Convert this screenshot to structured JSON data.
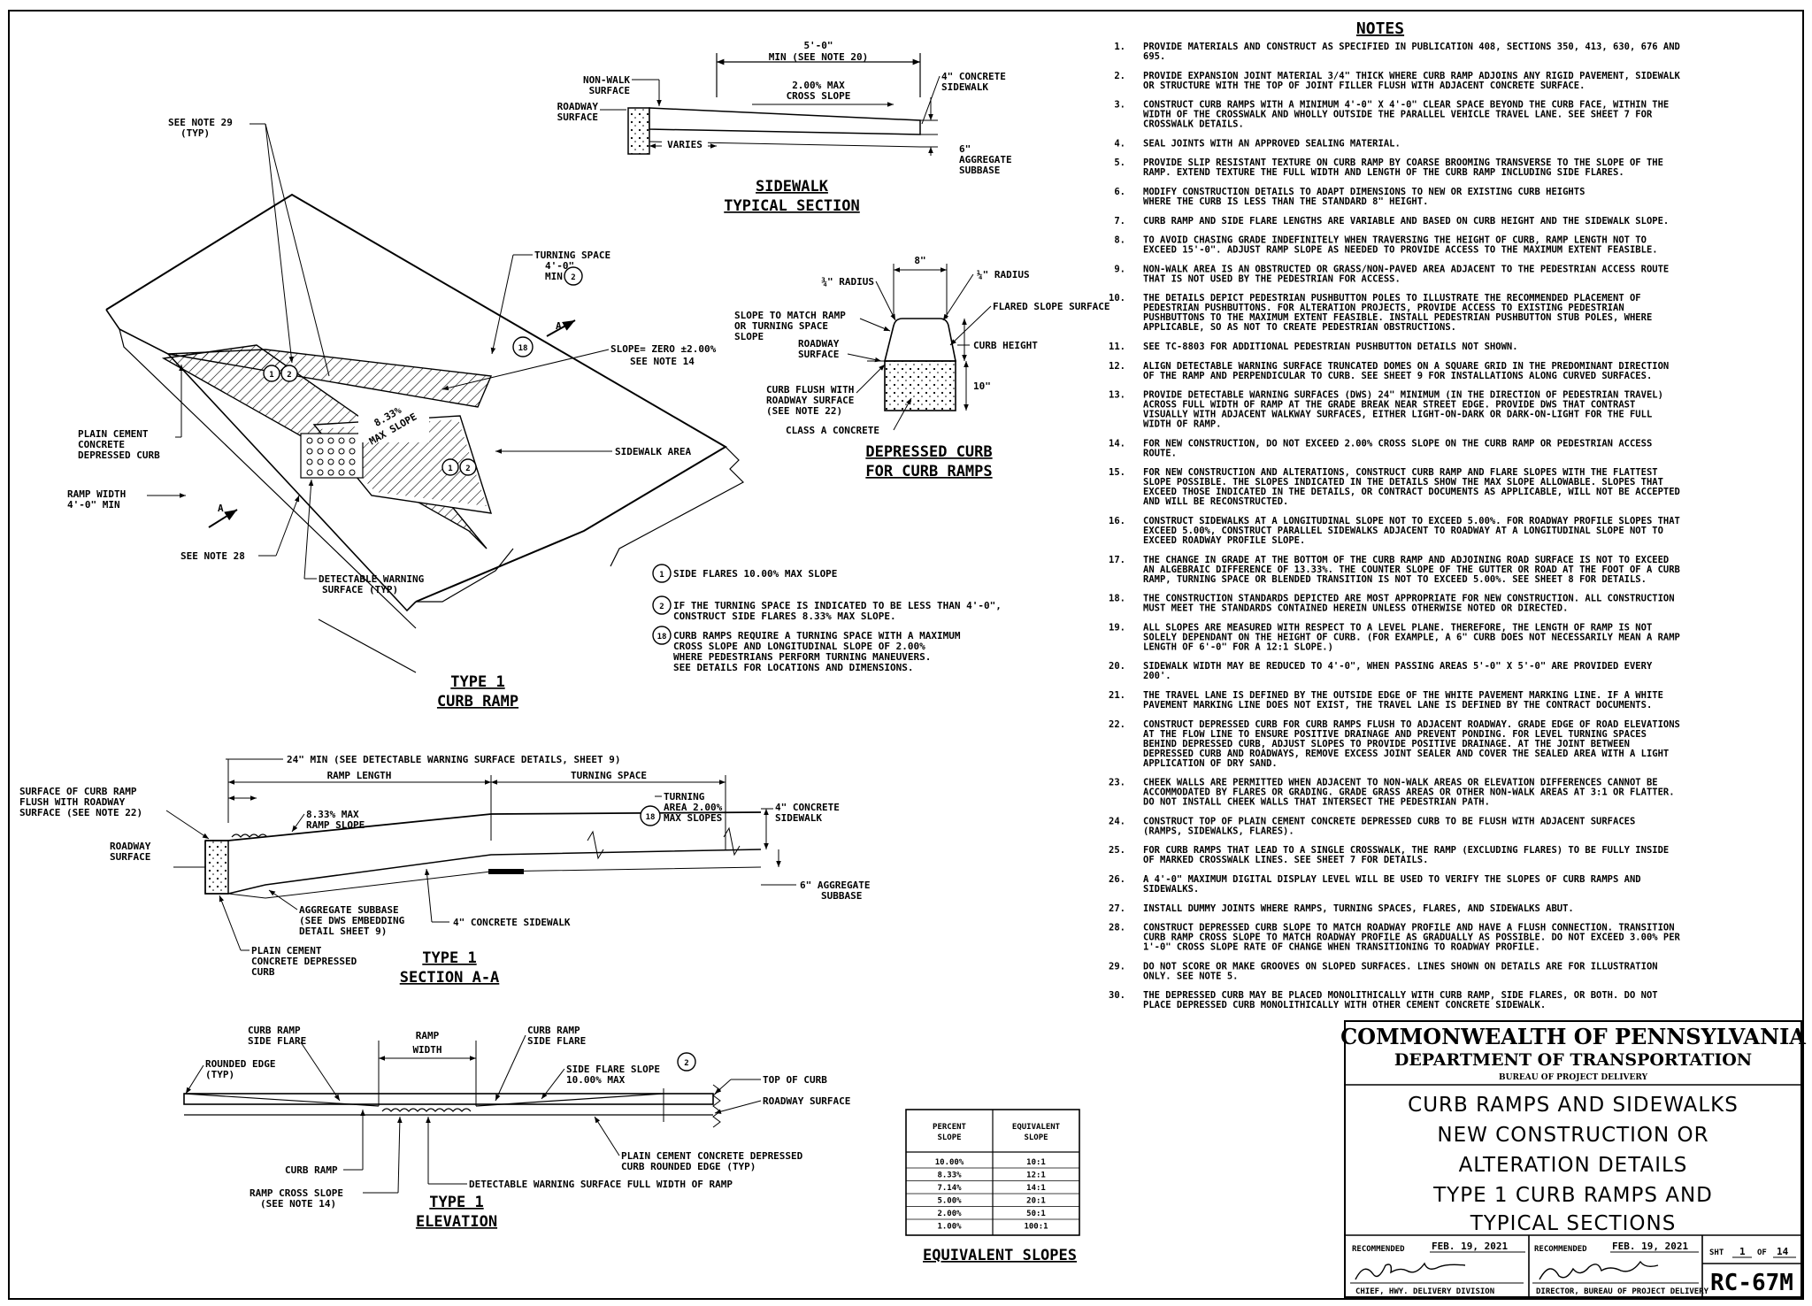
{
  "sidewalk_section": {
    "title_line1": "SIDEWALK",
    "title_line2": "TYPICAL SECTION",
    "dim_width": "5'-0\"",
    "dim_width_note": "MIN (SEE NOTE 20)",
    "non_walk": [
      "NON-WALK",
      "SURFACE"
    ],
    "roadway": [
      "ROADWAY",
      "SURFACE"
    ],
    "cross_slope": [
      "2.00% MAX",
      "CROSS SLOPE"
    ],
    "concrete": [
      "4\" CONCRETE",
      "SIDEWALK"
    ],
    "varies": "VARIES",
    "subbase": [
      "6\"",
      "AGGREGATE",
      "SUBBASE"
    ]
  },
  "depressed_curb": {
    "title_line1": "DEPRESSED CURB",
    "title_line2": "FOR CURB RAMPS",
    "dim_8": "8\"",
    "radius_34": "¾\" RADIUS",
    "radius_14": "¼\" RADIUS",
    "flared": "FLARED SLOPE SURFACE",
    "slope_match": [
      "SLOPE TO MATCH RAMP",
      "OR TURNING SPACE",
      "SLOPE"
    ],
    "roadway": [
      "ROADWAY",
      "SURFACE"
    ],
    "curb_height": "CURB HEIGHT",
    "curb_flush": [
      "CURB FLUSH WITH",
      "ROADWAY SURFACE",
      "(SEE NOTE 22)"
    ],
    "dim_10": "10\"",
    "class_a": "CLASS A CONCRETE"
  },
  "ramp_iso": {
    "title_line1": "TYPE 1",
    "title_line2": "CURB RAMP",
    "see_note_29": [
      "SEE NOTE 29",
      "(TYP)"
    ],
    "turning_space": [
      "TURNING SPACE",
      "4'-0\"",
      "MIN"
    ],
    "slope_zero": "SLOPE= ZERO ±2.00%",
    "see_note_14": "SEE NOTE 14",
    "max_slope": [
      "8.33%",
      "MAX SLOPE"
    ],
    "plain_cement": [
      "PLAIN CEMENT",
      "CONCRETE",
      "DEPRESSED CURB"
    ],
    "sidewalk_area": "SIDEWALK AREA",
    "ramp_width": [
      "RAMP WIDTH",
      "4'-0\" MIN"
    ],
    "see_note_28": "SEE NOTE 28",
    "dws": [
      "DETECTABLE WARNING",
      "SURFACE (TYP)"
    ],
    "section_mark": "A",
    "bubble_1": "1",
    "bubble_2": "2",
    "bubble_18": "18"
  },
  "legend": [
    {
      "num": "1",
      "lines": [
        "SIDE FLARES 10.00% MAX SLOPE"
      ]
    },
    {
      "num": "2",
      "lines": [
        "IF THE TURNING SPACE IS INDICATED TO BE LESS THAN 4'-0\",",
        "CONSTRUCT SIDE FLARES 8.33% MAX SLOPE."
      ]
    },
    {
      "num": "18",
      "lines": [
        "CURB RAMPS REQUIRE A TURNING SPACE WITH A MAXIMUM",
        "CROSS SLOPE AND LONGITUDINAL SLOPE OF 2.00%",
        "WHERE PEDESTRIANS PERFORM TURNING MANEUVERS.",
        "SEE DETAILS FOR LOCATIONS AND DIMENSIONS."
      ]
    }
  ],
  "section_aa": {
    "title_line1": "TYPE 1",
    "title_line2": "SECTION A-A",
    "dws_min": "24\" MIN (SEE DETECTABLE WARNING SURFACE DETAILS, SHEET 9)",
    "ramp_length": "RAMP LENGTH",
    "turning_space": "TURNING SPACE",
    "surface_flush": [
      "SURFACE OF CURB RAMP",
      "FLUSH WITH ROADWAY",
      "SURFACE (SEE NOTE 22)"
    ],
    "max_ramp": [
      "8.33% MAX",
      "RAMP SLOPE"
    ],
    "turning_area": [
      "TURNING",
      "AREA 2.00%",
      "MAX SLOPES"
    ],
    "concrete": [
      "4\" CONCRETE",
      "SIDEWALK"
    ],
    "roadway": [
      "ROADWAY",
      "SURFACE"
    ],
    "agg_subbase": [
      "AGGREGATE SUBBASE",
      "(SEE DWS EMBEDDING",
      "DETAIL SHEET 9)"
    ],
    "concrete_sidewalk": "4\" CONCRETE SIDEWALK",
    "agg6": [
      "6\" AGGREGATE",
      "SUBBASE"
    ],
    "plain": [
      "PLAIN CEMENT",
      "CONCRETE DEPRESSED",
      "CURB"
    ]
  },
  "elevation": {
    "title_line1": "TYPE 1",
    "title_line2": "ELEVATION",
    "curb_ramp_side_flare_l": [
      "CURB RAMP",
      "SIDE FLARE"
    ],
    "ramp_width": [
      "RAMP",
      "WIDTH"
    ],
    "curb_ramp_side_flare_r": [
      "CURB RAMP",
      "SIDE FLARE"
    ],
    "rounded_edge": [
      "ROUNDED EDGE",
      "(TYP)"
    ],
    "side_flare_slope": [
      "SIDE FLARE SLOPE",
      "10.00% MAX"
    ],
    "top_of_curb": "TOP OF CURB",
    "roadway_surface": "ROADWAY SURFACE",
    "plain_cement": [
      "PLAIN CEMENT CONCRETE DEPRESSED",
      "CURB ROUNDED EDGE (TYP)"
    ],
    "curb_ramp": "CURB RAMP",
    "dws_full": "DETECTABLE WARNING SURFACE FULL WIDTH OF RAMP",
    "ramp_cross": [
      "RAMP CROSS SLOPE",
      "(SEE NOTE 14)"
    ]
  },
  "equivalent_slopes": {
    "title": "EQUIVALENT SLOPES",
    "headers": [
      [
        "PERCENT",
        "SLOPE"
      ],
      [
        "EQUIVALENT",
        "SLOPE"
      ]
    ],
    "rows": [
      [
        "10.00%",
        "10:1"
      ],
      [
        "8.33%",
        "12:1"
      ],
      [
        "7.14%",
        "14:1"
      ],
      [
        "5.00%",
        "20:1"
      ],
      [
        "2.00%",
        "50:1"
      ],
      [
        "1.00%",
        "100:1"
      ]
    ]
  },
  "notes": {
    "title": "NOTES",
    "items": [
      {
        "num": "1.",
        "lines": [
          "PROVIDE MATERIALS AND CONSTRUCT AS SPECIFIED IN PUBLICATION 408, SECTIONS 350, 413, 630, 676 AND",
          "695."
        ]
      },
      {
        "num": "2.",
        "lines": [
          "PROVIDE EXPANSION JOINT MATERIAL 3/4\" THICK WHERE CURB RAMP ADJOINS ANY RIGID PAVEMENT, SIDEWALK",
          "OR STRUCTURE WITH THE TOP OF JOINT FILLER FLUSH WITH ADJACENT CONCRETE SURFACE."
        ]
      },
      {
        "num": "3.",
        "lines": [
          "CONSTRUCT CURB RAMPS WITH A MINIMUM 4'-0\" X 4'-0\" CLEAR SPACE BEYOND THE CURB FACE, WITHIN THE",
          "WIDTH OF THE CROSSWALK AND WHOLLY OUTSIDE THE PARALLEL VEHICLE TRAVEL LANE. SEE SHEET 7 FOR",
          "CROSSWALK DETAILS."
        ]
      },
      {
        "num": "4.",
        "lines": [
          "SEAL JOINTS WITH AN APPROVED SEALING MATERIAL."
        ]
      },
      {
        "num": "5.",
        "lines": [
          "PROVIDE SLIP RESISTANT TEXTURE ON CURB RAMP BY COARSE BROOMING TRANSVERSE TO THE SLOPE OF THE",
          "RAMP. EXTEND TEXTURE THE FULL WIDTH AND LENGTH OF THE CURB RAMP INCLUDING SIDE FLARES."
        ]
      },
      {
        "num": "6.",
        "lines": [
          "MODIFY CONSTRUCTION DETAILS TO ADAPT DIMENSIONS TO NEW OR EXISTING CURB HEIGHTS",
          "WHERE THE CURB IS LESS THAN THE STANDARD 8\" HEIGHT."
        ]
      },
      {
        "num": "7.",
        "lines": [
          "CURB RAMP AND SIDE FLARE LENGTHS ARE VARIABLE AND BASED ON CURB HEIGHT AND THE SIDEWALK SLOPE."
        ]
      },
      {
        "num": "8.",
        "lines": [
          "TO AVOID CHASING GRADE INDEFINITELY WHEN TRAVERSING THE HEIGHT OF CURB, RAMP LENGTH NOT TO",
          "EXCEED 15'-0\". ADJUST RAMP SLOPE AS NEEDED TO PROVIDE ACCESS TO THE MAXIMUM EXTENT FEASIBLE."
        ]
      },
      {
        "num": "9.",
        "lines": [
          "NON-WALK AREA IS AN OBSTRUCTED OR GRASS/NON-PAVED AREA ADJACENT TO THE PEDESTRIAN ACCESS ROUTE",
          "THAT IS NOT USED BY THE PEDESTRIAN FOR ACCESS."
        ]
      },
      {
        "num": "10.",
        "lines": [
          "THE DETAILS DEPICT PEDESTRIAN PUSHBUTTON POLES TO ILLUSTRATE THE RECOMMENDED PLACEMENT OF",
          "PEDESTRIAN PUSHBUTTONS. FOR ALTERATION PROJECTS, PROVIDE ACCESS TO EXISTING PEDESTRIAN",
          "PUSHBUTTONS TO THE MAXIMUM EXTENT FEASIBLE. INSTALL PEDESTRIAN PUSHBUTTON STUB POLES, WHERE",
          "APPLICABLE, SO AS NOT TO CREATE PEDESTRIAN OBSTRUCTIONS."
        ]
      },
      {
        "num": "11.",
        "lines": [
          "SEE TC-8803 FOR ADDITIONAL PEDESTRIAN PUSHBUTTON DETAILS NOT SHOWN."
        ]
      },
      {
        "num": "12.",
        "lines": [
          "ALIGN DETECTABLE WARNING SURFACE TRUNCATED DOMES ON A SQUARE GRID IN THE PREDOMINANT DIRECTION",
          "OF THE RAMP AND PERPENDICULAR TO CURB. SEE SHEET 9 FOR INSTALLATIONS ALONG CURVED SURFACES."
        ]
      },
      {
        "num": "13.",
        "lines": [
          "PROVIDE DETECTABLE WARNING SURFACES (DWS) 24\" MINIMUM (IN THE DIRECTION OF PEDESTRIAN TRAVEL)",
          "ACROSS FULL WIDTH OF RAMP AT THE GRADE BREAK NEAR STREET EDGE. PROVIDE DWS THAT CONTRAST",
          "VISUALLY WITH ADJACENT WALKWAY SURFACES, EITHER LIGHT-ON-DARK OR DARK-ON-LIGHT FOR THE FULL",
          "WIDTH OF RAMP."
        ]
      },
      {
        "num": "14.",
        "lines": [
          "FOR NEW CONSTRUCTION, DO NOT EXCEED 2.00% CROSS SLOPE ON THE CURB RAMP OR PEDESTRIAN ACCESS",
          "ROUTE."
        ]
      },
      {
        "num": "15.",
        "lines": [
          "FOR NEW CONSTRUCTION AND ALTERATIONS, CONSTRUCT CURB RAMP AND FLARE SLOPES WITH THE FLATTEST",
          "SLOPE POSSIBLE. THE SLOPES INDICATED IN THE DETAILS SHOW THE MAX SLOPE ALLOWABLE. SLOPES THAT",
          "EXCEED THOSE INDICATED IN THE DETAILS, OR CONTRACT DOCUMENTS AS APPLICABLE, WILL NOT BE ACCEPTED",
          "AND WILL BE RECONSTRUCTED."
        ]
      },
      {
        "num": "16.",
        "lines": [
          "CONSTRUCT SIDEWALKS AT A LONGITUDINAL SLOPE NOT TO EXCEED 5.00%. FOR ROADWAY PROFILE SLOPES THAT",
          "EXCEED 5.00%, CONSTRUCT PARALLEL SIDEWALKS ADJACENT TO ROADWAY AT A LONGITUDINAL SLOPE NOT TO",
          "EXCEED ROADWAY PROFILE SLOPE."
        ]
      },
      {
        "num": "17.",
        "lines": [
          "THE CHANGE IN GRADE AT THE BOTTOM OF THE CURB RAMP AND ADJOINING ROAD SURFACE IS NOT TO EXCEED",
          "AN ALGEBRAIC DIFFERENCE OF 13.33%. THE COUNTER SLOPE OF THE GUTTER OR ROAD AT THE FOOT OF A CURB",
          "RAMP, TURNING SPACE OR BLENDED TRANSITION IS NOT TO EXCEED 5.00%. SEE SHEET 8 FOR DETAILS."
        ]
      },
      {
        "num": "18.",
        "lines": [
          "THE CONSTRUCTION STANDARDS DEPICTED ARE MOST APPROPRIATE FOR NEW CONSTRUCTION. ALL CONSTRUCTION",
          "MUST MEET THE STANDARDS CONTAINED HEREIN UNLESS OTHERWISE NOTED OR DIRECTED."
        ]
      },
      {
        "num": "19.",
        "lines": [
          "ALL SLOPES ARE MEASURED WITH RESPECT TO A LEVEL PLANE. THEREFORE, THE LENGTH OF RAMP IS NOT",
          "SOLELY DEPENDANT ON THE HEIGHT OF CURB. (FOR EXAMPLE, A 6\" CURB DOES NOT NECESSARILY MEAN A RAMP",
          "LENGTH OF 6'-0\" FOR A 12:1 SLOPE.)"
        ]
      },
      {
        "num": "20.",
        "lines": [
          "SIDEWALK WIDTH MAY BE REDUCED TO 4'-0\", WHEN PASSING AREAS 5'-0\" X 5'-0\" ARE PROVIDED EVERY",
          "200'."
        ]
      },
      {
        "num": "21.",
        "lines": [
          "THE TRAVEL LANE IS DEFINED BY THE OUTSIDE EDGE OF THE WHITE PAVEMENT MARKING LINE. IF A WHITE",
          "PAVEMENT MARKING LINE DOES NOT EXIST, THE TRAVEL LANE IS DEFINED BY THE CONTRACT DOCUMENTS."
        ]
      },
      {
        "num": "22.",
        "lines": [
          "CONSTRUCT DEPRESSED CURB FOR CURB RAMPS FLUSH TO ADJACENT ROADWAY. GRADE EDGE OF ROAD ELEVATIONS",
          "AT THE FLOW LINE TO ENSURE POSITIVE DRAINAGE AND PREVENT PONDING. FOR LEVEL TURNING SPACES",
          "BEHIND DEPRESSED CURB, ADJUST SLOPES TO PROVIDE POSITIVE DRAINAGE. AT THE JOINT BETWEEN",
          "DEPRESSED CURB AND ROADWAYS, REMOVE EXCESS JOINT SEALER AND COVER THE SEALED AREA WITH A LIGHT",
          "APPLICATION OF DRY SAND."
        ]
      },
      {
        "num": "23.",
        "lines": [
          "CHEEK WALLS ARE PERMITTED WHEN ADJACENT TO NON-WALK AREAS OR ELEVATION DIFFERENCES CANNOT BE",
          "ACCOMMODATED BY FLARES OR GRADING. GRADE GRASS AREAS OR OTHER NON-WALK AREAS AT 3:1 OR FLATTER.",
          "DO NOT INSTALL CHEEK WALLS THAT INTERSECT THE PEDESTRIAN PATH."
        ]
      },
      {
        "num": "24.",
        "lines": [
          "CONSTRUCT TOP OF PLAIN CEMENT CONCRETE DEPRESSED CURB TO BE FLUSH WITH ADJACENT SURFACES",
          "(RAMPS, SIDEWALKS, FLARES)."
        ]
      },
      {
        "num": "25.",
        "lines": [
          "FOR CURB RAMPS THAT LEAD TO A SINGLE CROSSWALK, THE RAMP (EXCLUDING FLARES) TO BE FULLY INSIDE",
          "OF MARKED CROSSWALK LINES. SEE SHEET 7 FOR DETAILS."
        ]
      },
      {
        "num": "26.",
        "lines": [
          "A 4'-0\" MAXIMUM DIGITAL DISPLAY LEVEL WILL BE USED TO VERIFY THE SLOPES OF CURB RAMPS AND",
          "SIDEWALKS."
        ]
      },
      {
        "num": "27.",
        "lines": [
          "INSTALL DUMMY JOINTS WHERE RAMPS, TURNING SPACES, FLARES, AND SIDEWALKS ABUT."
        ]
      },
      {
        "num": "28.",
        "lines": [
          "CONSTRUCT DEPRESSED CURB SLOPE TO MATCH ROADWAY PROFILE AND HAVE A FLUSH CONNECTION. TRANSITION",
          "CURB RAMP CROSS SLOPE TO MATCH ROADWAY PROFILE AS GRADUALLY AS POSSIBLE. DO NOT EXCEED 3.00% PER",
          "1'-0\" CROSS SLOPE RATE OF CHANGE WHEN TRANSITIONING TO ROADWAY PROFILE."
        ]
      },
      {
        "num": "29.",
        "lines": [
          "DO NOT SCORE OR MAKE GROOVES ON SLOPED SURFACES. LINES SHOWN ON DETAILS ARE FOR ILLUSTRATION",
          "ONLY. SEE NOTE 5."
        ]
      },
      {
        "num": "30.",
        "lines": [
          "THE DEPRESSED CURB MAY BE PLACED MONOLITHICALLY WITH CURB RAMP, SIDE FLARES, OR BOTH. DO NOT",
          "PLACE DEPRESSED CURB MONOLITHICALLY WITH OTHER CEMENT CONCRETE SIDEWALK."
        ]
      }
    ]
  },
  "title_block": {
    "agency": "COMMONWEALTH OF PENNSYLVANIA",
    "department": "DEPARTMENT OF TRANSPORTATION",
    "bureau": "BUREAU OF PROJECT DELIVERY",
    "title_lines": [
      "CURB RAMPS AND SIDEWALKS",
      "NEW CONSTRUCTION OR",
      "ALTERATION DETAILS",
      "TYPE 1 CURB RAMPS AND",
      "TYPICAL SECTIONS"
    ],
    "rec1_label": "RECOMMENDED",
    "rec1_date": "FEB. 19, 2021",
    "rec1_role": "CHIEF, HWY. DELIVERY DIVISION",
    "rec2_label": "RECOMMENDED",
    "rec2_date": "FEB. 19, 2021",
    "rec2_role": "DIRECTOR, BUREAU OF PROJECT DELIVERY",
    "sheet_prefix": "SHT",
    "sheet_num": "1",
    "sheet_of": "OF",
    "sheet_total": "14",
    "drawing_no": "RC-67M"
  }
}
